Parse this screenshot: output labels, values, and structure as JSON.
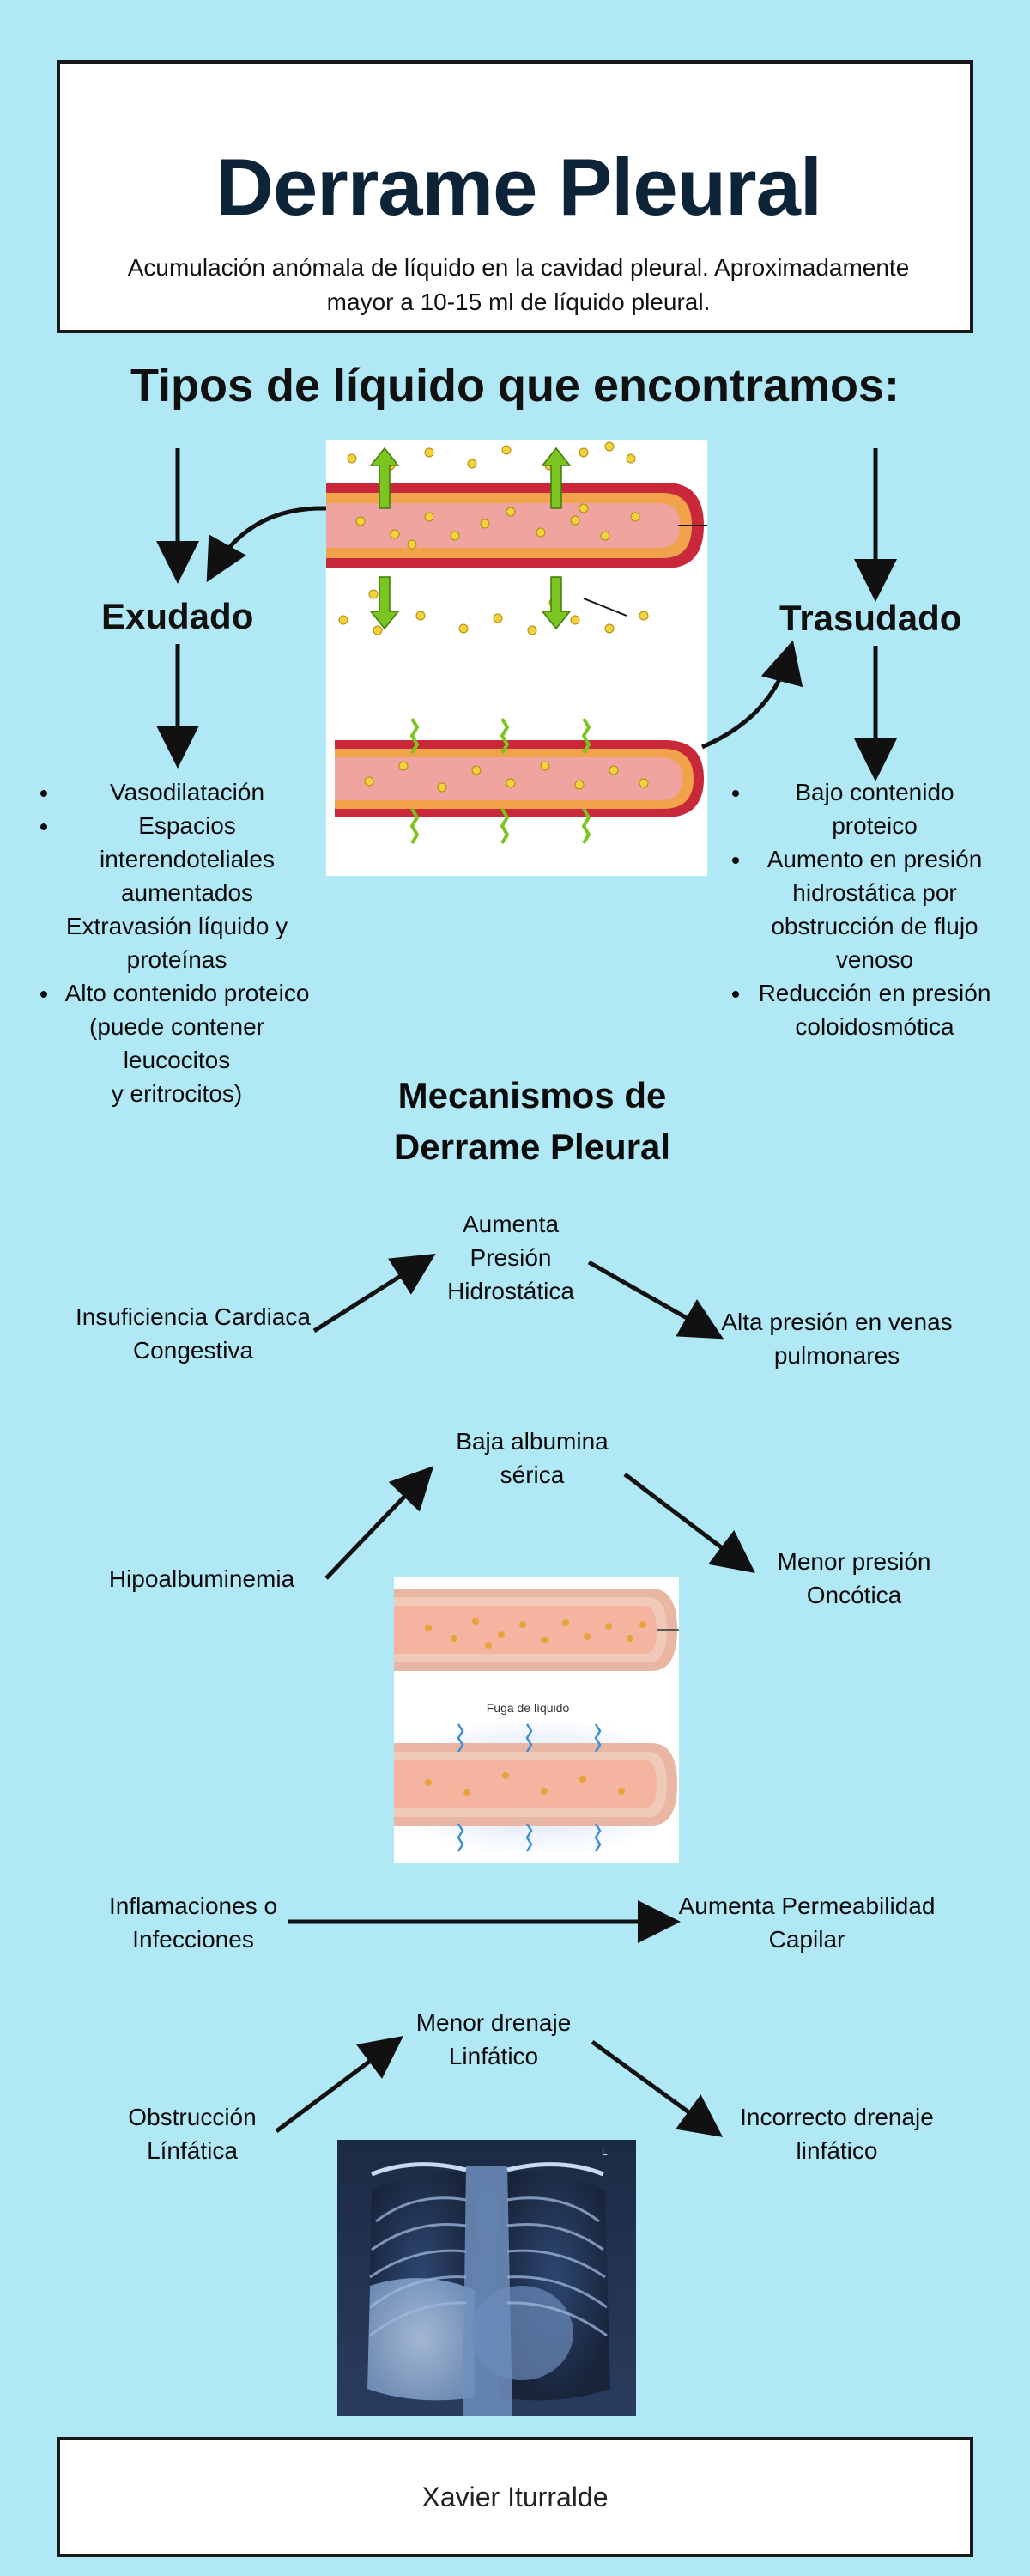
{
  "header": {
    "title": "Derrame Pleural",
    "subtitle": "Acumulación anómala de líquido en la cavidad pleural. Aproximadamente mayor a 10-15 ml de líquido pleural."
  },
  "types_section": {
    "heading": "Tipos de líquido que encontramos:",
    "exudado": {
      "label": "Exudado",
      "items": [
        "Vasodilatación",
        "Espacios interendoteliales aumentados"
      ],
      "extra1": "Extravasión líquido y proteínas",
      "item3": "Alto contenido proteico",
      "extra2": "(puede contener leucocitos",
      "extra3": "y eritrocitos)"
    },
    "trasudado": {
      "label": "Trasudado",
      "items": [
        "Bajo contenido proteico",
        "Aumento en presión hidrostática por obstrucción de flujo venoso",
        "Reducción en presión coloidosmótica"
      ]
    }
  },
  "mechanisms": {
    "title": "Mecanismos de Derrame Pleural",
    "m1": {
      "start": "Insuficiencia Cardiaca Congestiva",
      "mid": "Aumenta Presión Hidrostática",
      "end": "Alta presión en venas pulmonares"
    },
    "m2": {
      "start": "Hipoalbuminemia",
      "mid": "Baja albumina sérica",
      "end": "Menor presión Oncótica"
    },
    "m3": {
      "start": "Inflamaciones o Infecciones",
      "end": "Aumenta Permeabilidad Capilar"
    },
    "m4": {
      "start": "Obstrucción Línfática",
      "mid": "Menor drenaje Linfático",
      "end": "Incorrecto drenaje linfático"
    },
    "vessel_caption": "Fuga de líquido",
    "xray_marker": "L"
  },
  "footer": {
    "author": "Xavier Iturralde"
  },
  "colors": {
    "background": "#b1e8f5",
    "title": "#0d2438",
    "vessel": "#e88a86",
    "vessel_wall": "#c8283a",
    "arrow_green": "#7cc41f"
  }
}
